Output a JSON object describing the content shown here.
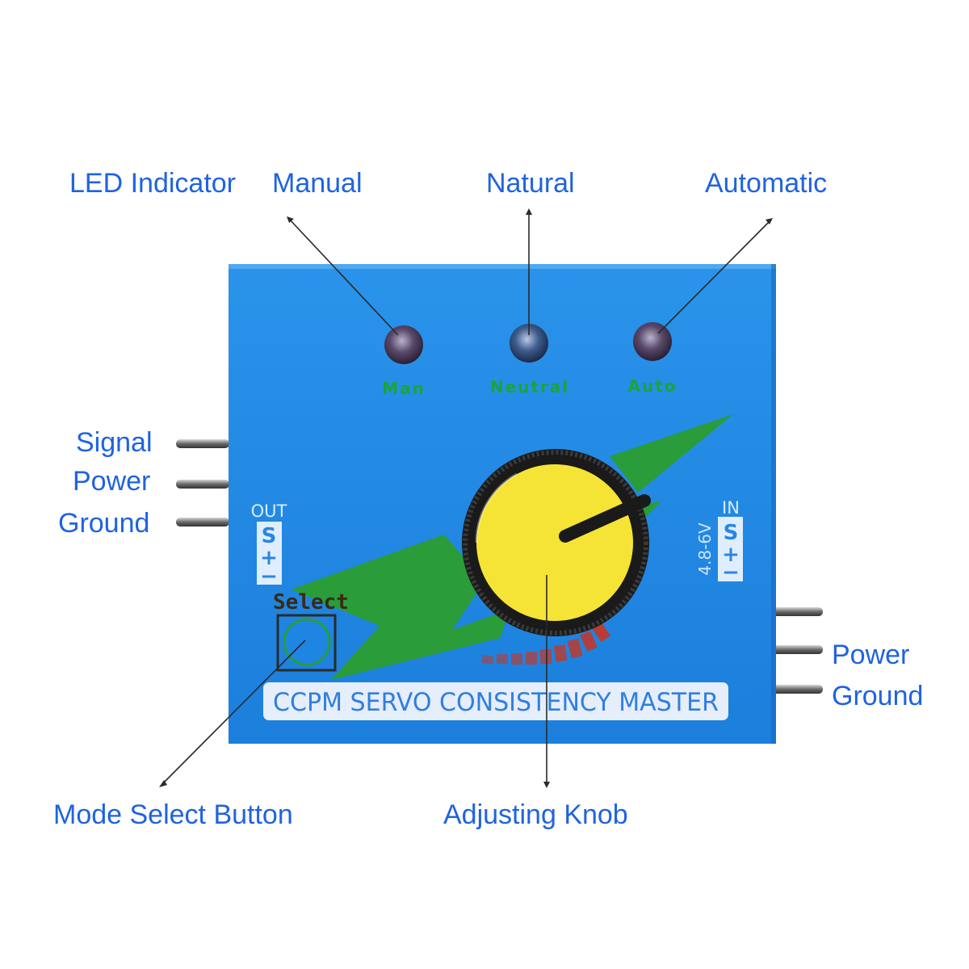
{
  "callouts": {
    "led_indicator": "LED Indicator",
    "manual": "Manual",
    "natural": "Natural",
    "automatic": "Automatic",
    "signal": "Signal",
    "power_left": "Power",
    "ground_left": "Ground",
    "power_right": "Power",
    "ground_right": "Ground",
    "mode_select_button": "Mode Select Button",
    "adjusting_knob": "Adjusting Knob"
  },
  "device": {
    "led_labels": {
      "man": "Man",
      "neutral": "Neutral",
      "auto": "Auto"
    },
    "out_header": "OUT",
    "in_header": "IN",
    "pin_symbols": {
      "signal": "S",
      "power": "+",
      "ground": "−"
    },
    "voltage": "4.8-6V",
    "select_label": "Select",
    "banner": "CCPM SERVO CONSISTENCY MASTER"
  },
  "colors": {
    "callout_text": "#1f63e0",
    "case_blue": "#1e86e2",
    "knob_yellow": "#f5e435",
    "stripe_green": "#2a9c3a",
    "led_green_text": "#1aa538"
  }
}
